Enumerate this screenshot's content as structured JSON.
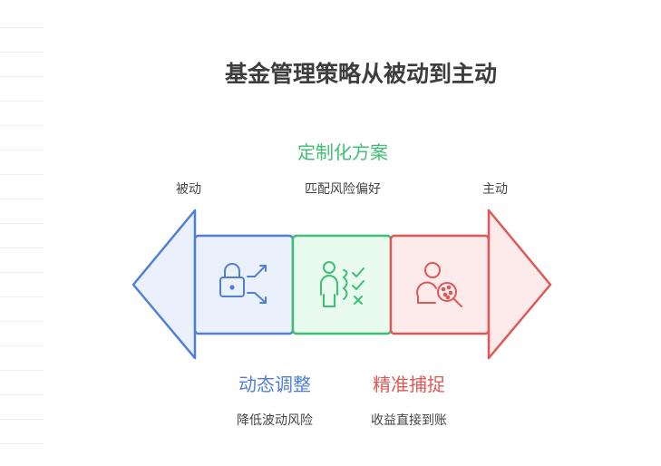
{
  "title": "基金管理策略从被动到主动",
  "top_center_heading": "定制化方案",
  "labels": {
    "left": "被动",
    "middle": "匹配风险偏好",
    "right": "主动"
  },
  "bottom": {
    "left_heading": "动态调整",
    "left_sub": "降低波动风险",
    "right_heading": "精准捕捉",
    "right_sub": "收益直接到账"
  },
  "colors": {
    "blue": "#4f7fd7",
    "blue_fill": "#eaf1fc",
    "green": "#3fbf73",
    "green_fill": "#e9faef",
    "red": "#df5858",
    "red_fill": "#fdeaea"
  },
  "icons": {
    "left_segment": "lock-with-shuffle-arrows-icon",
    "middle_segment": "person-with-checklist-icon",
    "right_segment": "user-magnifier-icon"
  }
}
